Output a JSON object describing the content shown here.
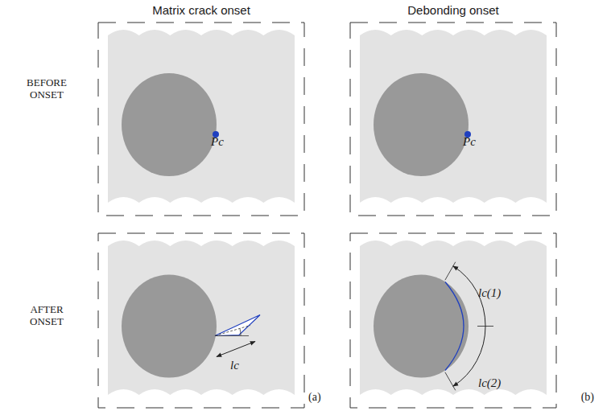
{
  "diagram": {
    "labels": [
      "Matrix crack onset",
      "Debonding onset",
      "BEFORE ONSET",
      "AFTER ONSET",
      "Pc",
      "Pc",
      "lc",
      "lc(1)",
      "lc(2)",
      "(a)",
      "(b)"
    ]
  }
}
